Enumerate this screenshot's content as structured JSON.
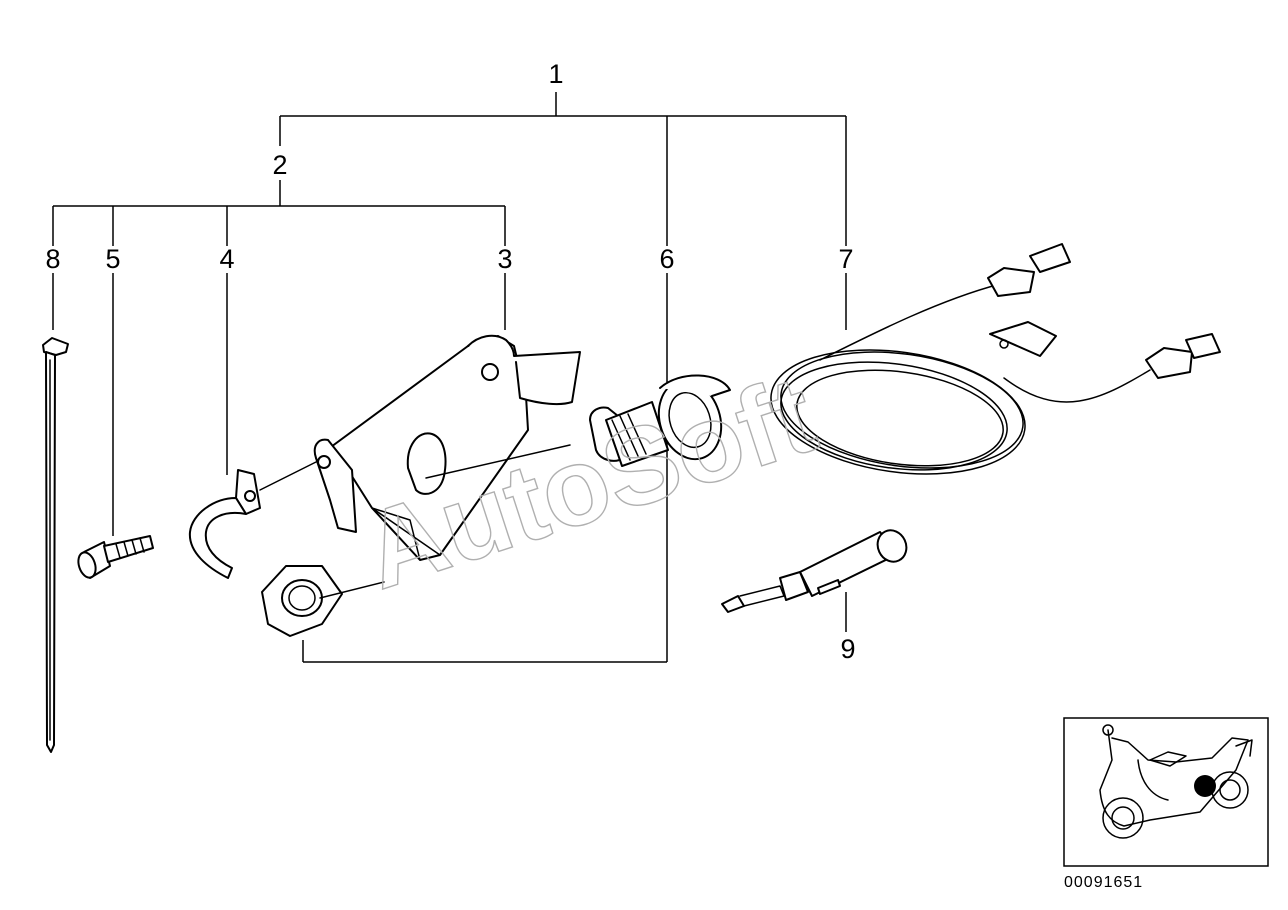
{
  "diagram": {
    "callouts": [
      {
        "id": "1",
        "label": "1"
      },
      {
        "id": "2",
        "label": "2"
      },
      {
        "id": "3",
        "label": "3"
      },
      {
        "id": "4",
        "label": "4"
      },
      {
        "id": "5",
        "label": "5"
      },
      {
        "id": "6",
        "label": "6"
      },
      {
        "id": "7",
        "label": "7"
      },
      {
        "id": "8",
        "label": "8"
      },
      {
        "id": "9",
        "label": "9"
      }
    ],
    "watermark": "AutoSoft",
    "reference_number": "00091651"
  }
}
